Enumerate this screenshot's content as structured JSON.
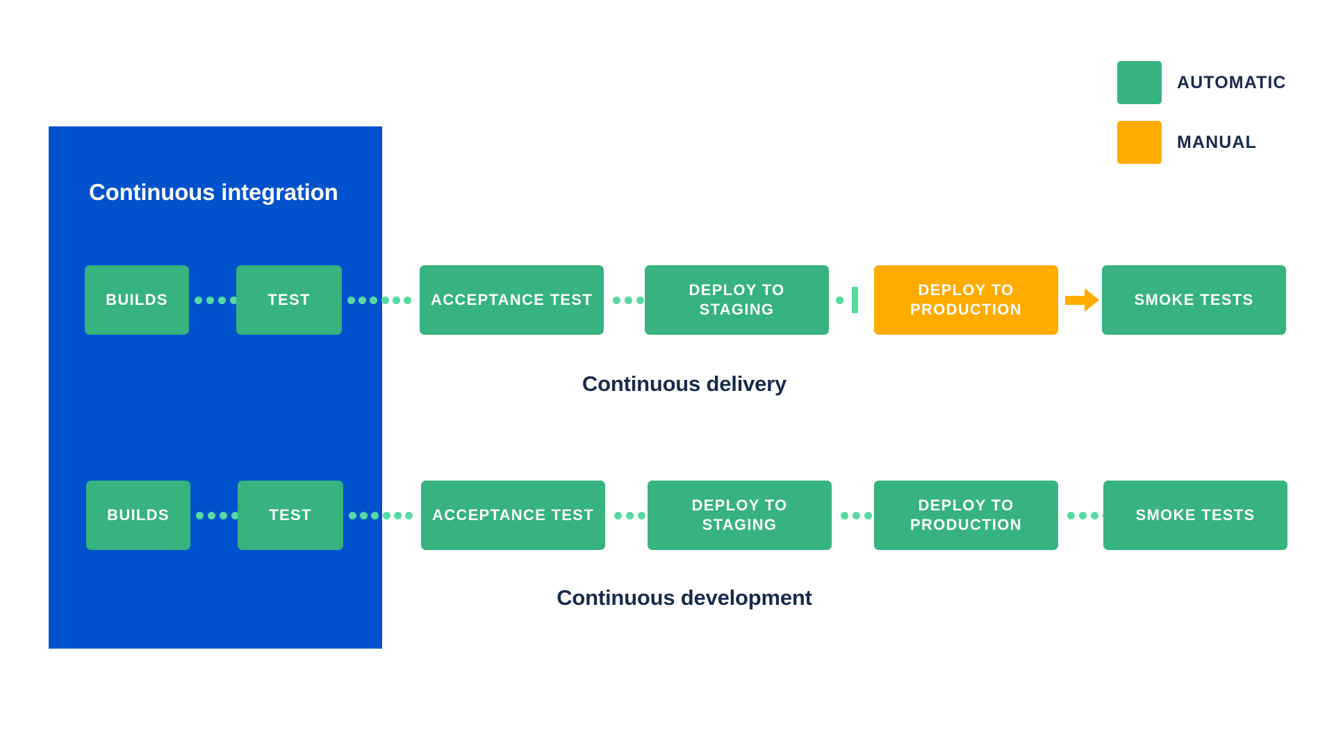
{
  "legend": {
    "items": [
      {
        "label": "AUTOMATIC",
        "color": "#36b37e",
        "icon": "square-swatch-icon"
      },
      {
        "label": "MANUAL",
        "color": "#ffab00",
        "icon": "square-swatch-icon"
      }
    ]
  },
  "ci_panel": {
    "title": "Continuous integration",
    "color": "#0052cc"
  },
  "colors": {
    "automatic": "#36b37e",
    "manual": "#ffab00",
    "panel_blue": "#0052cc",
    "dot_green": "#57d9a3",
    "text_navy": "#172b4d",
    "background": "#ffffff"
  },
  "pipelines": [
    {
      "name": "continuous-delivery",
      "caption": "Continuous delivery",
      "stages": [
        {
          "label": "BUILDS",
          "type": "automatic",
          "in_ci_panel": true
        },
        {
          "label": "TEST",
          "type": "automatic",
          "in_ci_panel": true
        },
        {
          "label": "ACCEPTANCE TEST",
          "type": "automatic",
          "in_ci_panel": false
        },
        {
          "label": "DEPLOY TO STAGING",
          "type": "automatic",
          "in_ci_panel": false
        },
        {
          "label": "DEPLOY TO PRODUCTION",
          "type": "manual",
          "in_ci_panel": false
        },
        {
          "label": "SMOKE TESTS",
          "type": "automatic",
          "in_ci_panel": false
        }
      ],
      "connectors": [
        "dotted",
        "dotted",
        "dotted",
        "gate",
        "arrow"
      ]
    },
    {
      "name": "continuous-development",
      "caption": "Continuous development",
      "stages": [
        {
          "label": "BUILDS",
          "type": "automatic",
          "in_ci_panel": true
        },
        {
          "label": "TEST",
          "type": "automatic",
          "in_ci_panel": true
        },
        {
          "label": "ACCEPTANCE TEST",
          "type": "automatic",
          "in_ci_panel": false
        },
        {
          "label": "DEPLOY TO STAGING",
          "type": "automatic",
          "in_ci_panel": false
        },
        {
          "label": "DEPLOY TO PRODUCTION",
          "type": "automatic",
          "in_ci_panel": false
        },
        {
          "label": "SMOKE TESTS",
          "type": "automatic",
          "in_ci_panel": false
        }
      ],
      "connectors": [
        "dotted",
        "dotted",
        "dotted",
        "dotted",
        "dotted"
      ]
    }
  ]
}
